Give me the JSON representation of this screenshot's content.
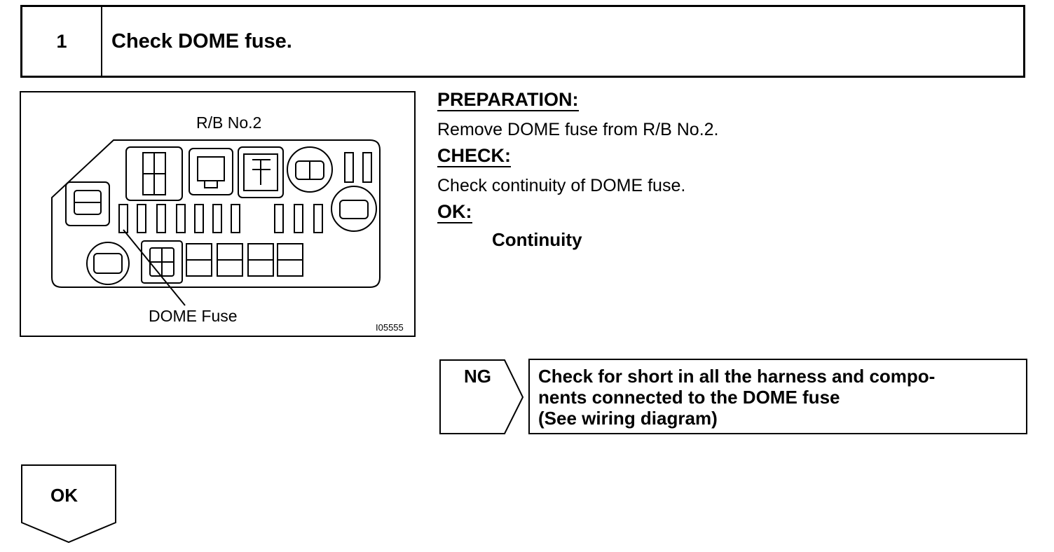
{
  "step": {
    "number": "1",
    "title": "Check DOME fuse."
  },
  "figure": {
    "box_label": "R/B No.2",
    "fuse_label": "DOME Fuse",
    "figure_code": "I05555"
  },
  "instructions": {
    "preparation_heading": "PREPARATION:",
    "preparation_text": "Remove DOME fuse from R/B No.2.",
    "check_heading": "CHECK:",
    "check_text": "Check continuity of DOME fuse.",
    "ok_heading": "OK:",
    "ok_value": "Continuity"
  },
  "ng_branch": {
    "label": "NG",
    "line1": "Check for short in all the harness and compo-",
    "line2": "nents connected to the DOME fuse",
    "line3": "(See wiring diagram)"
  },
  "ok_branch": {
    "label": "OK"
  }
}
